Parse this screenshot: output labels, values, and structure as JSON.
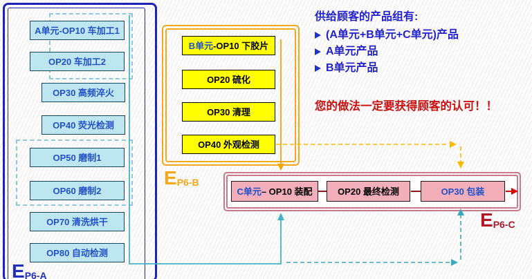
{
  "unit_a": {
    "label": {
      "big": "E",
      "small": "P6-A"
    },
    "boxes": [
      {
        "text": "A单元-OP10 车加工1"
      },
      {
        "text": "OP20 车加工2"
      },
      {
        "text": "OP30 高频淬火"
      },
      {
        "text": "OP40 荧光检测"
      },
      {
        "text": "OP50 磨制1"
      },
      {
        "text": "OP60 磨制2"
      },
      {
        "text": "OP70 清洗烘干"
      },
      {
        "text": "OP80 自动检测"
      }
    ]
  },
  "unit_b": {
    "label": {
      "big": "E",
      "small": "P6-B"
    },
    "boxes": [
      {
        "prefix": "B单元",
        "text": " -OP10 下胶片"
      },
      {
        "prefix": "",
        "text": "OP20 硫化"
      },
      {
        "prefix": "",
        "text": "OP30 清理"
      },
      {
        "prefix": "",
        "text": "OP40 外观检测"
      }
    ]
  },
  "unit_c": {
    "label": {
      "big": "E",
      "small": "P6-C"
    },
    "boxes": [
      {
        "prefix": "C单元",
        "text": " – OP10 装配"
      },
      {
        "prefix": "",
        "text": "OP20 最终检测"
      },
      {
        "prefix": "OP30 包装",
        "text": ""
      }
    ]
  },
  "notes": {
    "heading": "供给顾客的产品组有:",
    "bullets": [
      "(A单元+B单元+C单元)产品",
      "A单元产品",
      "B单元产品"
    ],
    "warning": "您的做法一定要获得顾客的认可！！"
  },
  "colors": {
    "unit_a_accent": "#1E22B8",
    "unit_b_accent": "#F5A81C",
    "unit_c_border": "#C9798B",
    "cyan_box_fill": "#BEE6F0",
    "yellow_box_fill": "#FFFF00",
    "pink_box_fill": "#F2AEBB",
    "blue_text": "#2351C8",
    "red_text": "#CC1111",
    "teal_line": "#44B3C6",
    "orange_line": "#F2A800",
    "red_arrow": "#D90000"
  }
}
